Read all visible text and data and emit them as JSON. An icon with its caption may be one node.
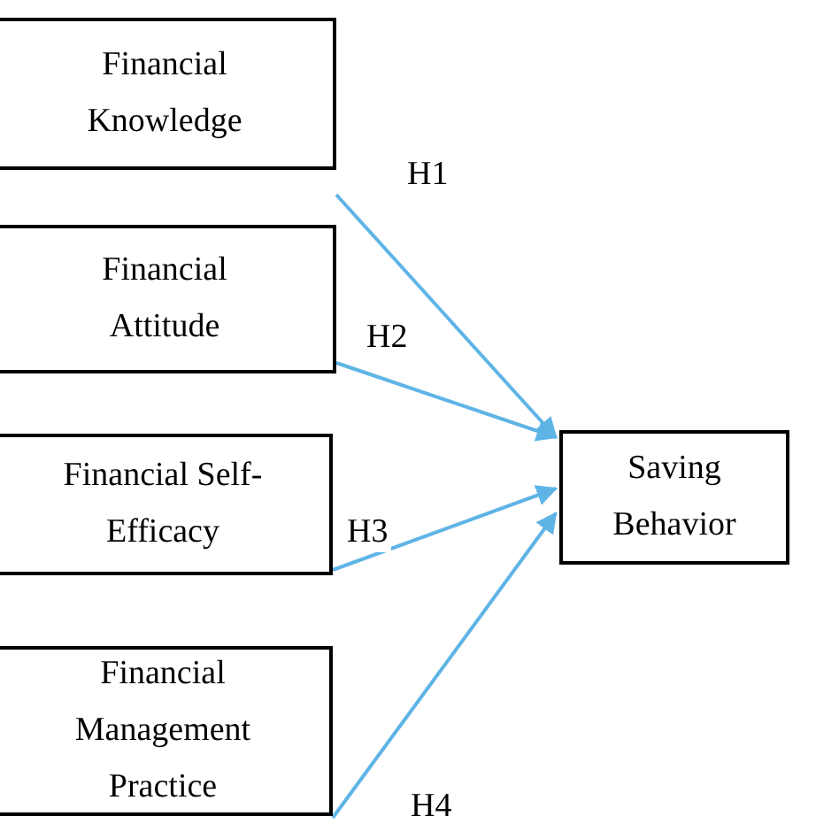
{
  "diagram": {
    "nodes": [
      {
        "text": [
          "Financial Knowledge"
        ]
      },
      {
        "text": [
          "Financial Attitude"
        ]
      },
      {
        "text": [
          "Financial Self-Efficacy"
        ]
      },
      {
        "text": [
          "Financial Management Practice"
        ]
      },
      {
        "text": [
          "Saving Behavior"
        ]
      }
    ],
    "edges": [
      {
        "from": 0,
        "to": 4,
        "arrow": "to",
        "label": "H1",
        "color": "#5fb4e6"
      },
      {
        "from": 1,
        "to": 4,
        "arrow": "to",
        "label": "H2",
        "color": "#5fb4e6"
      },
      {
        "from": 2,
        "to": 4,
        "arrow": "to",
        "label": "H3",
        "color": "#5fb4e6"
      },
      {
        "from": 3,
        "to": 4,
        "arrow": "to",
        "label": "H4",
        "color": "#5fb4e6"
      }
    ]
  }
}
